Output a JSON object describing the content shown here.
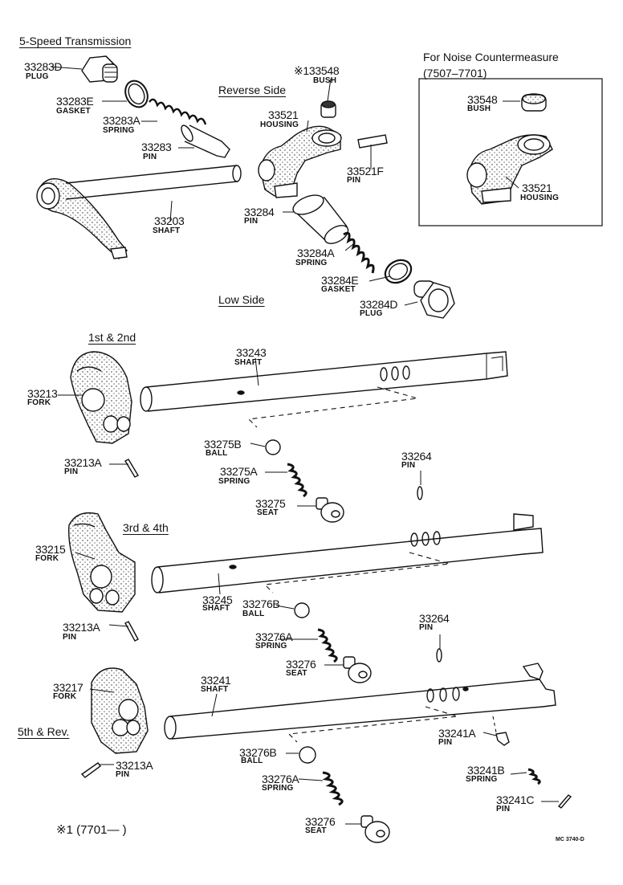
{
  "headings": {
    "five_speed": "5-Speed Transmission",
    "reverse_side": "Reverse Side",
    "low_side": "Low Side",
    "first_second": "1st & 2nd",
    "third_fourth": "3rd & 4th",
    "fifth_rev": "5th & Rev."
  },
  "noise_box": {
    "title": "For Noise Countermeasure",
    "range": "(7507–7701)"
  },
  "parts": {
    "p33283D": {
      "number": "33283D",
      "desc": "PLUG"
    },
    "p33283E": {
      "number": "33283E",
      "desc": "GASKET"
    },
    "p33283A": {
      "number": "33283A",
      "desc": "SPRING"
    },
    "p33283": {
      "number": "33283",
      "desc": "PIN"
    },
    "p33203": {
      "number": "33203",
      "desc": "SHAFT"
    },
    "p133548": {
      "number": "※133548",
      "desc": "BUSH"
    },
    "p33521": {
      "number": "33521",
      "desc": "HOUSING"
    },
    "p33521F": {
      "number": "33521F",
      "desc": "PIN"
    },
    "p33284": {
      "number": "33284",
      "desc": "PIN"
    },
    "p33284A": {
      "number": "33284A",
      "desc": "SPRING"
    },
    "p33284E": {
      "number": "33284E",
      "desc": "GASKET"
    },
    "p33284D": {
      "number": "33284D",
      "desc": "PLUG"
    },
    "nb33548": {
      "number": "33548",
      "desc": "BUSH"
    },
    "nb33521": {
      "number": "33521",
      "desc": "HOUSING"
    },
    "p33243": {
      "number": "33243",
      "desc": "SHAFT"
    },
    "p33213": {
      "number": "33213",
      "desc": "FORK"
    },
    "p33275B": {
      "number": "33275B",
      "desc": "BALL"
    },
    "p33275A": {
      "number": "33275A",
      "desc": "SPRING"
    },
    "p33264a": {
      "number": "33264",
      "desc": "PIN"
    },
    "p33275": {
      "number": "33275",
      "desc": "SEAT"
    },
    "p33213A1": {
      "number": "33213A",
      "desc": "PIN"
    },
    "p33215": {
      "number": "33215",
      "desc": "FORK"
    },
    "p33245": {
      "number": "33245",
      "desc": "SHAFT"
    },
    "p33276B1": {
      "number": "33276B",
      "desc": "BALL"
    },
    "p33213A2": {
      "number": "33213A",
      "desc": "PIN"
    },
    "p33264b": {
      "number": "33264",
      "desc": "PIN"
    },
    "p33276A1": {
      "number": "33276A",
      "desc": "SPRING"
    },
    "p33276a": {
      "number": "33276",
      "desc": "SEAT"
    },
    "p33217": {
      "number": "33217",
      "desc": "FORK"
    },
    "p33241": {
      "number": "33241",
      "desc": "SHAFT"
    },
    "p33241A": {
      "number": "33241A",
      "desc": "PIN"
    },
    "p33276B2": {
      "number": "33276B",
      "desc": "BALL"
    },
    "p33213A3": {
      "number": "33213A",
      "desc": "PIN"
    },
    "p33241B": {
      "number": "33241B",
      "desc": "SPRING"
    },
    "p33276A2": {
      "number": "33276A",
      "desc": "SPRING"
    },
    "p33241C": {
      "number": "33241C",
      "desc": "PIN"
    },
    "p33276b": {
      "number": "33276",
      "desc": "SEAT"
    }
  },
  "footnote": "※1 (7701—      )",
  "code": "MC 3740-D"
}
